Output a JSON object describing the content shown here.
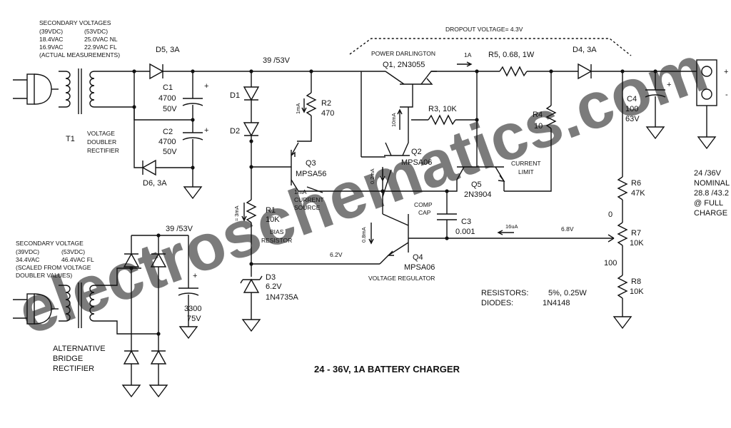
{
  "title": "24 - 36V, 1A BATTERY CHARGER",
  "watermark": "electroschematics.com",
  "annotations": {
    "secondary_voltages": "SECONDARY VOLTAGES",
    "sv_col1": "(39VDC)",
    "sv_col2": "(53VDC)",
    "sv_a1": "18.4VAC",
    "sv_a2": "25.0VAC NL",
    "sv_b1": "16.9VAC",
    "sv_b2": "22.9VAC FL",
    "actual_measurements": "(ACTUAL MEASUREMENTS)",
    "secondary_voltage": "SECONDARY VOLTAGE",
    "sv2_col1": "(39VDC)",
    "sv2_col2": "(53VDC)",
    "sv2_a1": "34.4VAC",
    "sv2_a2": "46.4VAC FL",
    "scaled_1": "(SCALED FROM VOLTAGE",
    "scaled_2": "DOUBLER VALUES)",
    "rail_voltage": "39 /53V",
    "rail_voltage_bridge": "39 /53V",
    "dropout": "DROPOUT VOLTAGE= 4.3V",
    "power_darlington": "POWER DARLINGTON",
    "voltage_doubler_1": "VOLTAGE",
    "voltage_doubler_2": "DOUBLER",
    "voltage_doubler_3": "RECTIFIER",
    "alt_bridge_1": "ALTERNATIVE",
    "alt_bridge_2": "BRIDGE",
    "alt_bridge_3": "RECTIFIER",
    "current_source_1": "1mA",
    "current_source_2": "CURRENT",
    "current_source_3": "SOURCE",
    "bias_1": "BIAS",
    "bias_2": "RESISTOR",
    "current_limit_1": "CURRENT",
    "current_limit_2": "LIMIT",
    "comp_cap_1": "COMP",
    "comp_cap_2": "CAP",
    "voltage_regulator": "VOLTAGE REGULATOR",
    "i_1a": "1A",
    "i_1ma": "1mA",
    "i_10ma": "10mA",
    "i_02ma": "0.2mA",
    "i_08ma": "0.8mA",
    "i_3ma": "≈ 3mA",
    "i_16ua": "16uA",
    "v_62": "6.2V",
    "v_68": "6.8V",
    "pot_0": "0",
    "pot_100": "100",
    "nominal_1": "24 /36V",
    "nominal_2": "NOMINAL",
    "nominal_3": "28.8 /43.2",
    "nominal_4": "@ FULL",
    "nominal_5": "CHARGE",
    "plus": "+",
    "minus": "-",
    "resistors_label": "RESISTORS:",
    "resistors_value": "5%, 0.25W",
    "diodes_label": "DIODES:",
    "diodes_value": "1N4148"
  },
  "components": {
    "T1": "T1",
    "D5": "D5, 3A",
    "D6": "D6, 3A",
    "C1": [
      "C1",
      "4700",
      "50V"
    ],
    "C2": [
      "C2",
      "4700",
      "50V"
    ],
    "D1": "D1",
    "D2": "D2",
    "D3": [
      "D3",
      "6.2V",
      "1N4735A"
    ],
    "R1": [
      "R1",
      "10K"
    ],
    "R2": [
      "R2",
      "470"
    ],
    "Q1": "Q1, 2N3055",
    "Q2": [
      "Q2",
      "MPSA06"
    ],
    "Q3": [
      "Q3",
      "MPSA56"
    ],
    "Q4": [
      "Q4",
      "MPSA06"
    ],
    "Q5": [
      "Q5",
      "2N3904"
    ],
    "R3": "R3, 10K",
    "R4": [
      "R4",
      "10"
    ],
    "R5": "R5, 0.68, 1W",
    "D4": "D4, 3A",
    "C3": [
      "C3",
      "0.001"
    ],
    "C4": [
      "C4",
      "100",
      "63V"
    ],
    "R6": [
      "R6",
      "47K"
    ],
    "R7": [
      "R7",
      "10K"
    ],
    "R8": [
      "R8",
      "10K"
    ],
    "C_bridge": [
      "3300",
      "75V"
    ]
  }
}
